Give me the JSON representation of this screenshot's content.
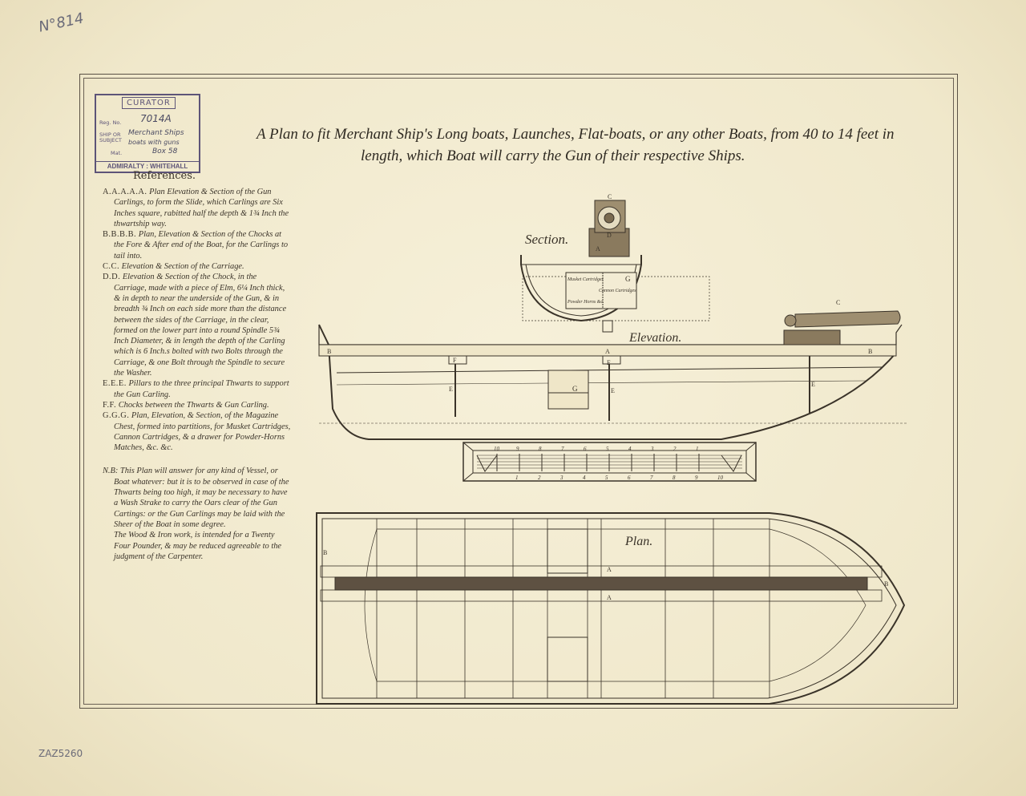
{
  "annotations": {
    "corner_number": "N°814",
    "catalogue_number": "ZAZ5260"
  },
  "stamp": {
    "heading": "CURATOR",
    "reg_label": "Reg. No.",
    "reg_value": "7014A",
    "subject_label": "SHIP OR SUBJECT",
    "subject_value_1": "Merchant Ships",
    "subject_value_2": "boats with guns",
    "box_label": "Mat.",
    "box_value": "Box 58",
    "footer": "ADMIRALTY : WHITEHALL"
  },
  "title": {
    "line1": "A Plan to fit Merchant Ship's Long boats, Launches, Flat-boats, or any other Boats, from 40 to 14 feet in",
    "line2": "length, which Boat will carry the Gun of their respective Ships."
  },
  "references": {
    "heading": "References.",
    "items": [
      {
        "key": "A.A.A.A.A.",
        "text": "Plan Elevation & Section of the Gun Carlings, to form the Slide, which Carlings are Six Inches square, rabitted half the depth & 1¾ Inch the thwartship way."
      },
      {
        "key": "B.B.B.B.",
        "text": "Plan, Elevation & Section of the Chocks at the Fore & After end of the Boat, for the Carlings to tail into."
      },
      {
        "key": "C.C.",
        "text": "Elevation & Section of the Carriage."
      },
      {
        "key": "D.D.",
        "text": "Elevation & Section of the Chock, in the Carriage, made with a piece of Elm, 6¼ Inch thick, & in depth to near the underside of the Gun, & in breadth ¾ Inch on each side more than the distance between the sides of the Carriage, in the clear, formed on the lower part into a round Spindle 5¾ Inch Diameter, & in length the depth of the Carling which is 6 Inch.s bolted with two Bolts through the Carriage, & one Bolt through the Spindle to secure the Washer."
      },
      {
        "key": "E.E.E.",
        "text": "Pillars to the three principal Thwarts to support the Gun Carling."
      },
      {
        "key": "F.F.",
        "text": "Chocks between the Thwarts & Gun Carling."
      },
      {
        "key": "G.G.G.",
        "text": "Plan, Elevation, & Section, of the Magazine Chest, formed into partitions, for Musket Cartridges, Cannon Cartridges, & a drawer for Powder-Horns Matches, &c. &c."
      }
    ],
    "note": "N.B: This Plan will answer for any kind of Vessel, or Boat whatever: but it is to be observed in case of the Thwarts being too high, it may be necessary to have a Wash Strake to carry the Oars clear of the Gun Cartings: or the Gun Carlings may be laid with the Sheer of the Boat in some degree.",
    "note2": "The Wood & Iron work, is intended for a Twenty Four Pounder, & may be reduced agreeable to the judgment of the Carpenter."
  },
  "drawings": {
    "section_label": "Section.",
    "elevation_label": "Elevation.",
    "plan_label": "Plan.",
    "chest": {
      "musket": "Musket Cartridges",
      "cannon": "Cannon Cartridges",
      "powder": "Powder Horns &c.",
      "letter": "G"
    },
    "letters": {
      "A": "A",
      "B": "B",
      "C": "C",
      "D": "D",
      "E": "E",
      "F": "F",
      "G": "G"
    },
    "scale_top": [
      "10",
      "9",
      "8",
      "7",
      "6",
      "5",
      "4",
      "3",
      "2",
      "1"
    ],
    "scale_bottom": [
      "1",
      "2",
      "3",
      "4",
      "5",
      "6",
      "7",
      "8",
      "9",
      "10"
    ]
  }
}
